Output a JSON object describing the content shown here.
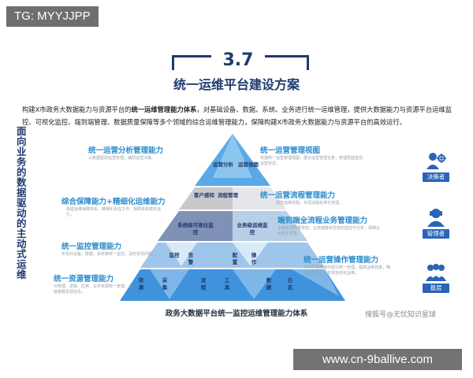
{
  "watermark_top": "TG: MYYJJPP",
  "watermark_bottom": "www.cn-9ballive.com",
  "section_number": "3.7",
  "title": "统一运维平台建设方案",
  "intro_part1": "构建X市政务大数据能力与资源平台的",
  "intro_bold": "统一运维管理能力体系",
  "intro_part2": "，对基础设备、数据、系统、业务进行统一运维管理，提供大数据能力与资源平台运维监控、可视化监控、端到端管理、数据质量保障等多个领域的综合运维管理能力，保障构建X市政务大数据能力与资源平台的高效运行。",
  "vertical_label": "面向业务的数据驱动的主动式运维",
  "left_capabilities": {
    "analysis": "统一运营分析管理能力",
    "guarantee": "综合保障能力+精细化运维能力",
    "monitor": "统一监控管理能力",
    "resource": "统一资源管理能力"
  },
  "right_capabilities": {
    "view": "统一运营管理视图",
    "process": "统一运营流程管理能力",
    "e2e": "端到端全流程业务管理能力",
    "operation": "统一运营操作管理能力"
  },
  "faint_descriptions": {
    "analysis": "以数据驱动运营管理，辅助运营决策。",
    "view": "构建统一运营管理视图，展示运营管理全景，管理层面直观运营状态。",
    "guarantee": "构建运维保障体系，精细化责任工作，保障系统稳定运行。",
    "process": "规范运维流程，实现流程标准化管理。",
    "e2e": "全面数据质量管控，业务健康状态实时监控与分析，保障业务服务质量。",
    "monitor": "实现对设备、数据、系统等统一监控，及时发现问题。",
    "resource": "对物理、逻辑、应用、业务资源统一管理，全面掌握资源信息。",
    "operation": "对日常运维操作进行统一管理，提高运维效率，降低运维风险，实现自动化运维。"
  },
  "pyramid": {
    "top_left": "运营分析",
    "top_right": "运营视图",
    "mid_top_left": "客户感知",
    "mid_top_right": "流程管理",
    "mid_left": "系统级可视化监控",
    "mid_right": "业务级运维监控",
    "mon_1": "监控",
    "mon_2": "告警",
    "mon_3": "配置",
    "mon_4": "操作",
    "base_1": "资源",
    "base_2": "采集",
    "base_3": "流程",
    "base_4": "工具",
    "base_5": "数据",
    "base_6": "日志"
  },
  "roles": {
    "decision": "决策者",
    "manager": "管理者",
    "grassroots": "基层"
  },
  "bottom_title": "政务大数据平台统一监控运维管理能力体系",
  "source": "搜狐号@无忧知识星球",
  "colors": {
    "navy": "#1f3a6e",
    "accent_blue": "#2a8ccd",
    "pyramid_light": "#cfe4f5",
    "pyramid_mid": "#9fbfe3",
    "pyramid_dark": "#3a8fd6",
    "role_blue": "#2a64b8"
  }
}
